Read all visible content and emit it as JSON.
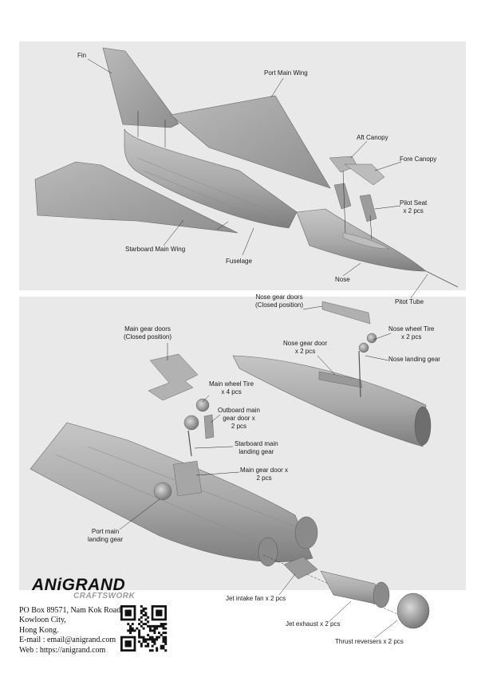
{
  "colors": {
    "panel": "#e9e9e9",
    "part": "#a8a8a8",
    "part_dark": "#7d7d7d",
    "part_light": "#c9c9c9",
    "ink": "#1a1a1a",
    "brand_gray": "#9a9a9a"
  },
  "labels": {
    "fin": "Fin",
    "port_main_wing": "Port Main Wing",
    "aft_canopy": "Aft Canopy",
    "fore_canopy": "Fore Canopy",
    "pilot_seat": [
      "Pilot Seat",
      "x 2 pcs"
    ],
    "starboard_main_wing": "Starboard Main Wing",
    "fuselage": "Fuselage",
    "nose": "Nose",
    "pitot_tube": "Pitot Tube",
    "nose_gear_doors": [
      "Nose gear doors",
      "(Closed position)"
    ],
    "main_gear_doors": [
      "Main gear doors",
      "(Closed position)"
    ],
    "nose_wheel_tire": [
      "Nose wheel Tire",
      "x 2 pcs"
    ],
    "nose_gear_door": [
      "Nose gear door",
      "x 2 pcs"
    ],
    "nose_landing_gear": "Nose landing gear",
    "main_wheel_tire": [
      "Main wheel Tire",
      "x 4 pcs"
    ],
    "outboard_main_gear_door": [
      "Outboard main",
      "gear door x",
      "2 pcs"
    ],
    "starboard_main_landing_gear": [
      "Starboard main",
      "landing gear"
    ],
    "main_gear_door": [
      "Main gear door x",
      "2 pcs"
    ],
    "port_main_landing_gear": [
      "Port main",
      "landing gear"
    ],
    "jet_intake_fan": "Jet intake fan x 2 pcs",
    "jet_exhaust": "Jet exhaust x 2 pcs",
    "thrust_reversers": "Thrust reversers x 2 pcs"
  },
  "brand": {
    "name": "ANiGRAND",
    "sub": "CRAFTSWORK",
    "address": [
      "PO Box 89571, Nam Kok Road,",
      "Kowloon City,",
      "Hong Kong.",
      "E-mail : email@anigrand.com",
      "Web : https://anigrand.com"
    ]
  }
}
